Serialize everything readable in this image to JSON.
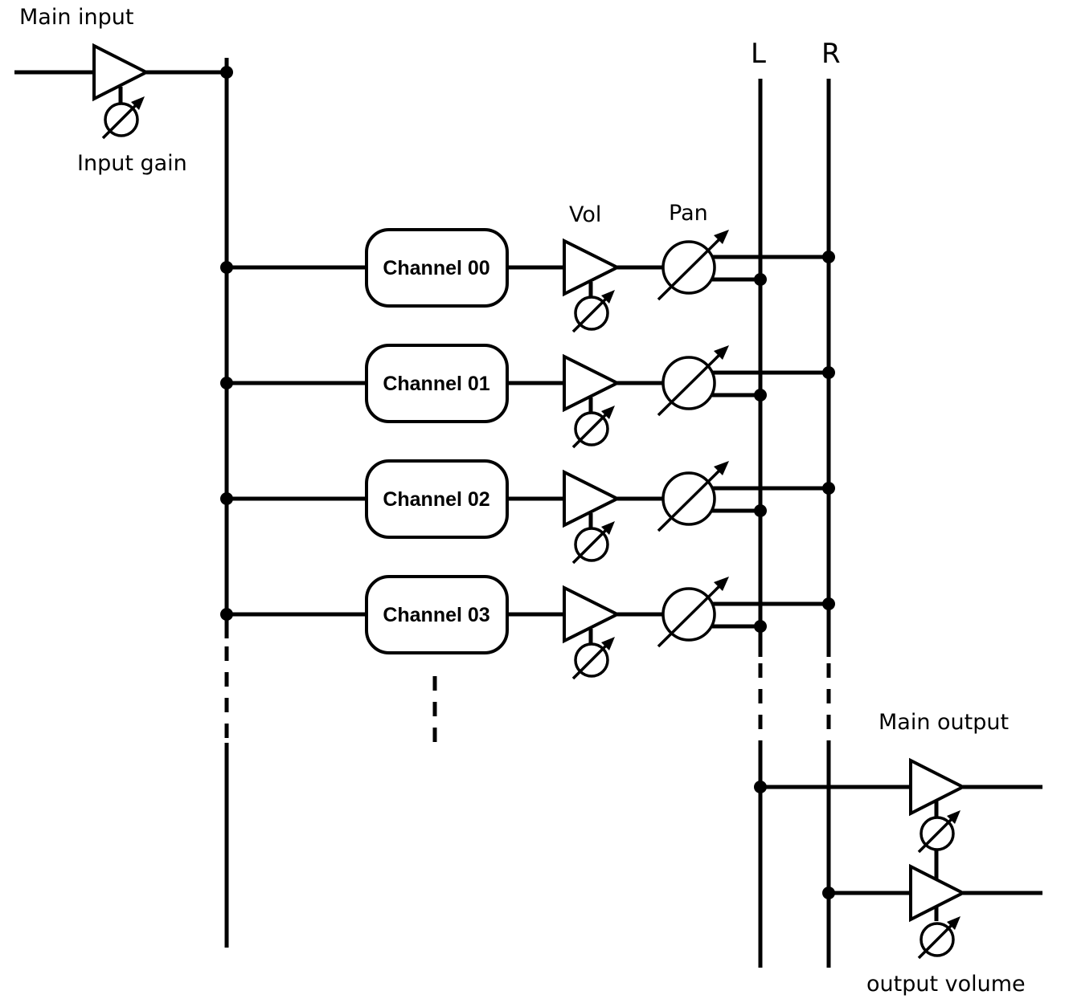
{
  "labels": {
    "main_input": "Main input",
    "input_gain": "Input gain",
    "vol": "Vol",
    "pan": "Pan",
    "bus_left": "L",
    "bus_right": "R",
    "main_output": "Main output",
    "output_volume": "output volume"
  },
  "channels": [
    {
      "label": "Channel 00"
    },
    {
      "label": "Channel 01"
    },
    {
      "label": "Channel 02"
    },
    {
      "label": "Channel 03"
    }
  ],
  "icons": {
    "amplifier": "amplifier-triangle-icon",
    "gain_knob": "variable-knob-icon",
    "pan_knob": "pan-knob-icon",
    "junction": "junction-dot"
  }
}
